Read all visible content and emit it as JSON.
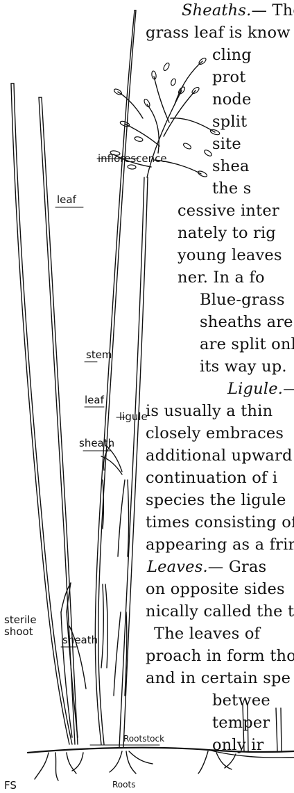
{
  "text_lines": [
    {
      "parts": [
        {
          "t": "Sheaths.",
          "i": true
        },
        {
          "t": "— The "
        }
      ]
    },
    {
      "parts": [
        {
          "t": "grass leaf is know"
        }
      ]
    },
    {
      "parts": [
        {
          "t": "cling"
        }
      ]
    },
    {
      "parts": [
        {
          "t": "prot"
        }
      ]
    },
    {
      "parts": [
        {
          "t": "node"
        }
      ]
    },
    {
      "parts": [
        {
          "t": "split"
        }
      ]
    },
    {
      "parts": [
        {
          "t": "site"
        }
      ]
    },
    {
      "parts": [
        {
          "t": "shea"
        }
      ]
    },
    {
      "parts": [
        {
          "t": "the s"
        }
      ]
    },
    {
      "parts": [
        {
          "t": "cessive inter"
        }
      ]
    },
    {
      "parts": [
        {
          "t": "nately to rig"
        }
      ]
    },
    {
      "parts": [
        {
          "t": "young leaves"
        }
      ]
    },
    {
      "parts": [
        {
          "t": "ner.  In a fo"
        }
      ]
    },
    {
      "parts": [
        {
          "t": "Blue-grass"
        }
      ]
    },
    {
      "parts": [
        {
          "t": "sheaths are"
        }
      ]
    },
    {
      "parts": [
        {
          "t": "are split onl"
        }
      ]
    },
    {
      "parts": [
        {
          "t": "its way up."
        }
      ]
    },
    {
      "parts": [
        {
          "t": "Ligule.",
          "i": true
        },
        {
          "t": "—"
        }
      ]
    },
    {
      "parts": [
        {
          "t": "is usually a thin"
        }
      ]
    },
    {
      "parts": [
        {
          "t": "closely embraces"
        }
      ]
    },
    {
      "parts": [
        {
          "t": "additional upward"
        }
      ]
    },
    {
      "parts": [
        {
          "t": "continuation of i"
        }
      ]
    },
    {
      "parts": [
        {
          "t": "species the ligule"
        }
      ]
    },
    {
      "parts": [
        {
          "t": "times consisting of"
        }
      ]
    },
    {
      "parts": [
        {
          "t": "appearing as a frin"
        }
      ]
    },
    {
      "parts": [
        {
          "t": "Leaves.",
          "i": true
        },
        {
          "t": "— Gras"
        }
      ]
    },
    {
      "parts": [
        {
          "t": "on opposite sides"
        }
      ]
    },
    {
      "parts": [
        {
          "t": "nically called the t"
        }
      ]
    },
    {
      "parts": [
        {
          "t": "The leaves of"
        }
      ]
    },
    {
      "parts": [
        {
          "t": "proach in form tho"
        }
      ]
    },
    {
      "parts": [
        {
          "t": "and in certain spe"
        }
      ]
    },
    {
      "parts": [
        {
          "t": "betwee"
        }
      ]
    },
    {
      "parts": [
        {
          "t": "temper"
        }
      ]
    },
    {
      "parts": [
        {
          "t": "only ir"
        }
      ]
    }
  ],
  "figure_labels": {
    "inflorescence": "inflorescence",
    "leaf_upper": "leaf",
    "stem": "stem",
    "leaf_lower": "leaf",
    "ligule": "ligule",
    "sheath_upper": "sheath",
    "sterile_shoot_1": "sterile",
    "sterile_shoot_2": "shoot",
    "sheath_lower": "sheath",
    "rootstock": "Rootstock",
    "roots": "Roots",
    "monogram": "FS"
  }
}
